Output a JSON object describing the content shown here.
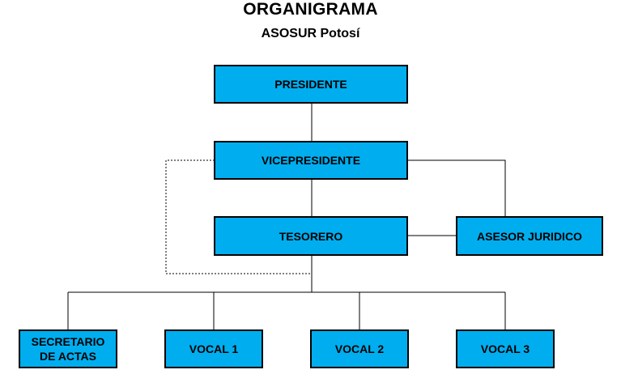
{
  "title": "ORGANIGRAMA",
  "subtitle": "ASOSUR Potosí",
  "colors": {
    "box_fill": "#00aeef",
    "box_border": "#000000",
    "connector": "#000000"
  },
  "nodes": {
    "presidente": "PRESIDENTE",
    "vicepresidente": "VICEPRESIDENTE",
    "tesorero": "TESORERO",
    "asesor_juridico": "ASESOR JURIDICO",
    "secretario_actas": "SECRETARIO DE ACTAS",
    "vocal1": "VOCAL 1",
    "vocal2": "VOCAL 2",
    "vocal3": "VOCAL 3"
  },
  "edges": [
    {
      "from": "presidente",
      "to": "vicepresidente",
      "style": "solid"
    },
    {
      "from": "vicepresidente",
      "to": "tesorero",
      "style": "solid"
    },
    {
      "from": "vicepresidente",
      "to": "asesor_juridico",
      "style": "solid"
    },
    {
      "from": "tesorero",
      "to": "asesor_juridico",
      "style": "solid"
    },
    {
      "from": "vicepresidente",
      "to": "tesorero",
      "style": "dashed"
    },
    {
      "from": "tesorero",
      "to": "secretario_actas",
      "style": "solid"
    },
    {
      "from": "tesorero",
      "to": "vocal1",
      "style": "solid"
    },
    {
      "from": "tesorero",
      "to": "vocal2",
      "style": "solid"
    },
    {
      "from": "tesorero",
      "to": "vocal3",
      "style": "solid"
    }
  ]
}
